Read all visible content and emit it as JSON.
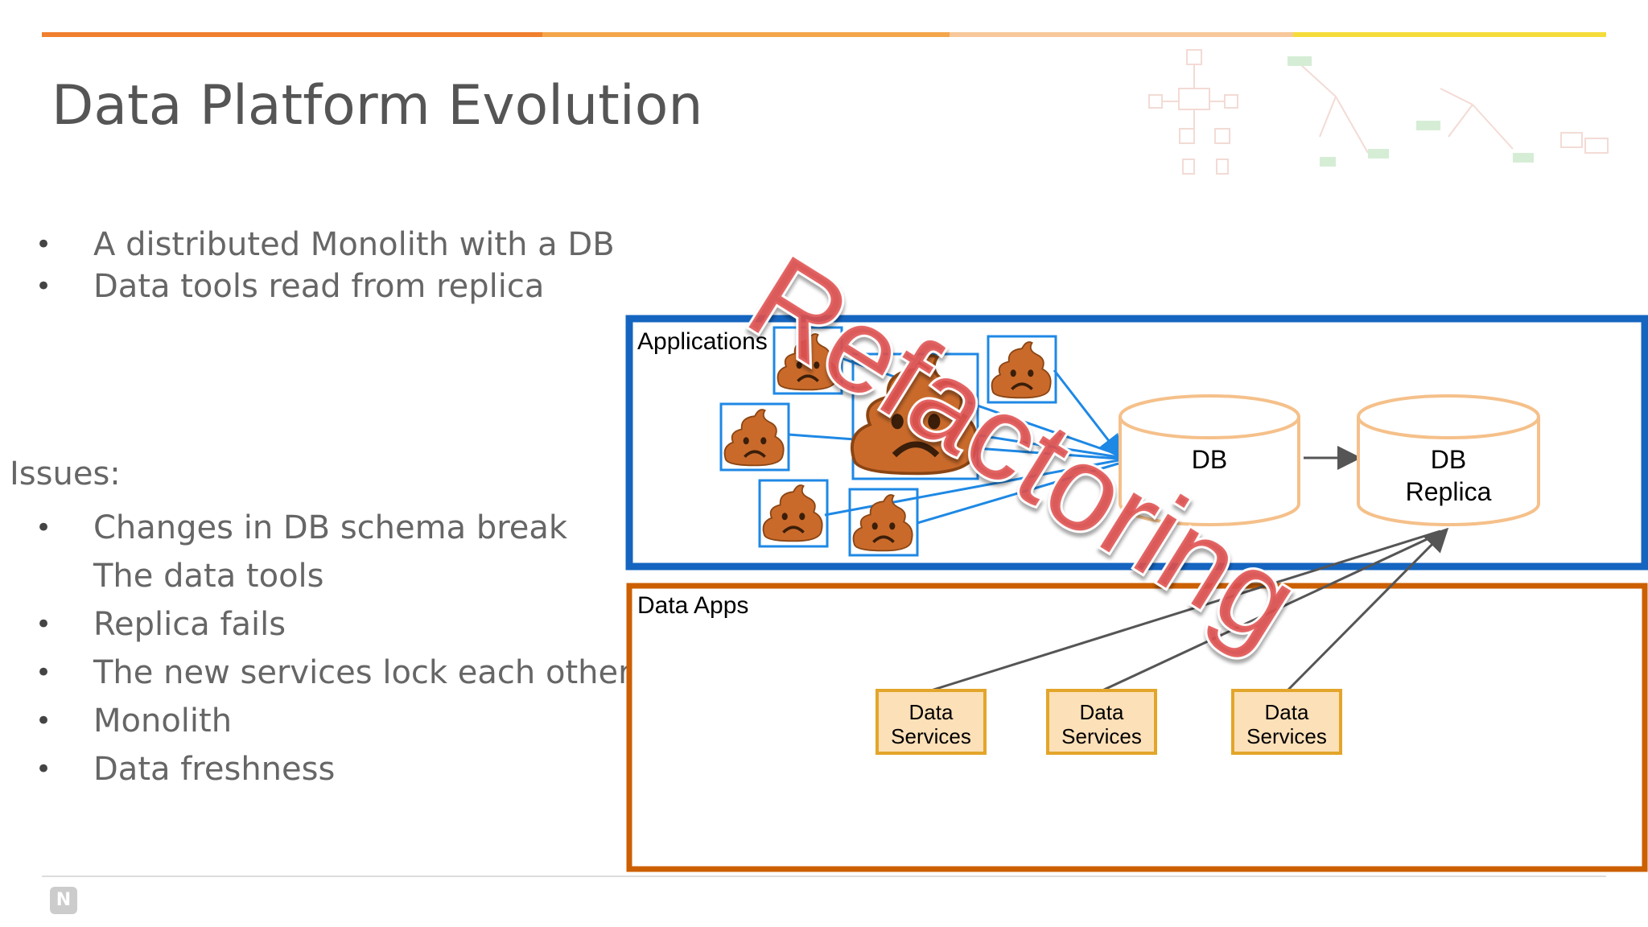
{
  "slide": {
    "title": "Data Platform Evolution",
    "bullets": [
      "A distributed Monolith with a DB",
      "Data tools read from replica"
    ],
    "issues_heading": "Issues:",
    "issues": [
      {
        "line1": "Changes in DB schema break",
        "line2": "The data tools"
      },
      {
        "line1": "Replica fails"
      },
      {
        "line1": "The new services lock each other"
      },
      {
        "line1": "Monolith"
      },
      {
        "line1": "Data freshness"
      }
    ]
  },
  "diagram": {
    "applications_label": "Applications",
    "data_apps_label": "Data Apps",
    "db_label": "DB",
    "replica_label_1": "DB",
    "replica_label_2": "Replica",
    "data_services": [
      {
        "line1": "Data",
        "line2": "Services"
      },
      {
        "line1": "Data",
        "line2": "Services"
      },
      {
        "line1": "Data",
        "line2": "Services"
      }
    ],
    "overlay_text": "Refactoring",
    "colors": {
      "applications_border": "#1565C0",
      "data_apps_border": "#CC5F00",
      "overlay": "#E05252",
      "cylinder_border": "#F5C08A",
      "service_fill": "#FCE0B8",
      "service_border": "#E3A52A",
      "poop": "#C96A2B"
    }
  }
}
